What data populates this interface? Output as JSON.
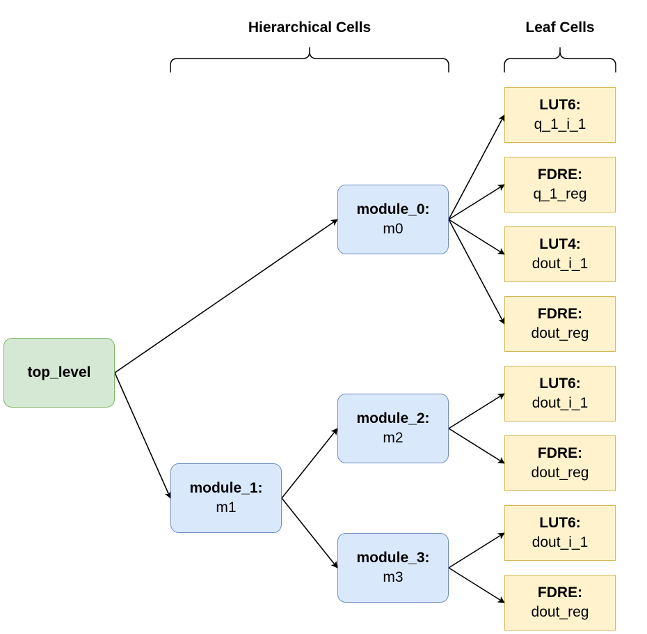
{
  "headers": {
    "hierarchical": "Hierarchical Cells",
    "leaf": "Leaf Cells"
  },
  "colors": {
    "root_fill": "#d5e8d4",
    "root_stroke": "#82b366",
    "hier_fill": "#dae8fc",
    "hier_stroke": "#6c8ebf",
    "leaf_fill": "#fff2cc",
    "leaf_stroke": "#d6b656",
    "edge": "#000000"
  },
  "root": {
    "name": "top_level"
  },
  "hier": {
    "m0": {
      "name": "module_0:",
      "inst": "m0"
    },
    "m1": {
      "name": "module_1:",
      "inst": "m1"
    },
    "m2": {
      "name": "module_2:",
      "inst": "m2"
    },
    "m3": {
      "name": "module_3:",
      "inst": "m3"
    }
  },
  "leaves": [
    {
      "name": "LUT6:",
      "inst": "q_1_i_1"
    },
    {
      "name": "FDRE:",
      "inst": "q_1_reg"
    },
    {
      "name": "LUT4:",
      "inst": "dout_i_1"
    },
    {
      "name": "FDRE:",
      "inst": "dout_reg"
    },
    {
      "name": "LUT6:",
      "inst": "dout_i_1"
    },
    {
      "name": "FDRE:",
      "inst": "dout_reg"
    },
    {
      "name": "LUT6:",
      "inst": "dout_i_1"
    },
    {
      "name": "FDRE:",
      "inst": "dout_reg"
    }
  ]
}
